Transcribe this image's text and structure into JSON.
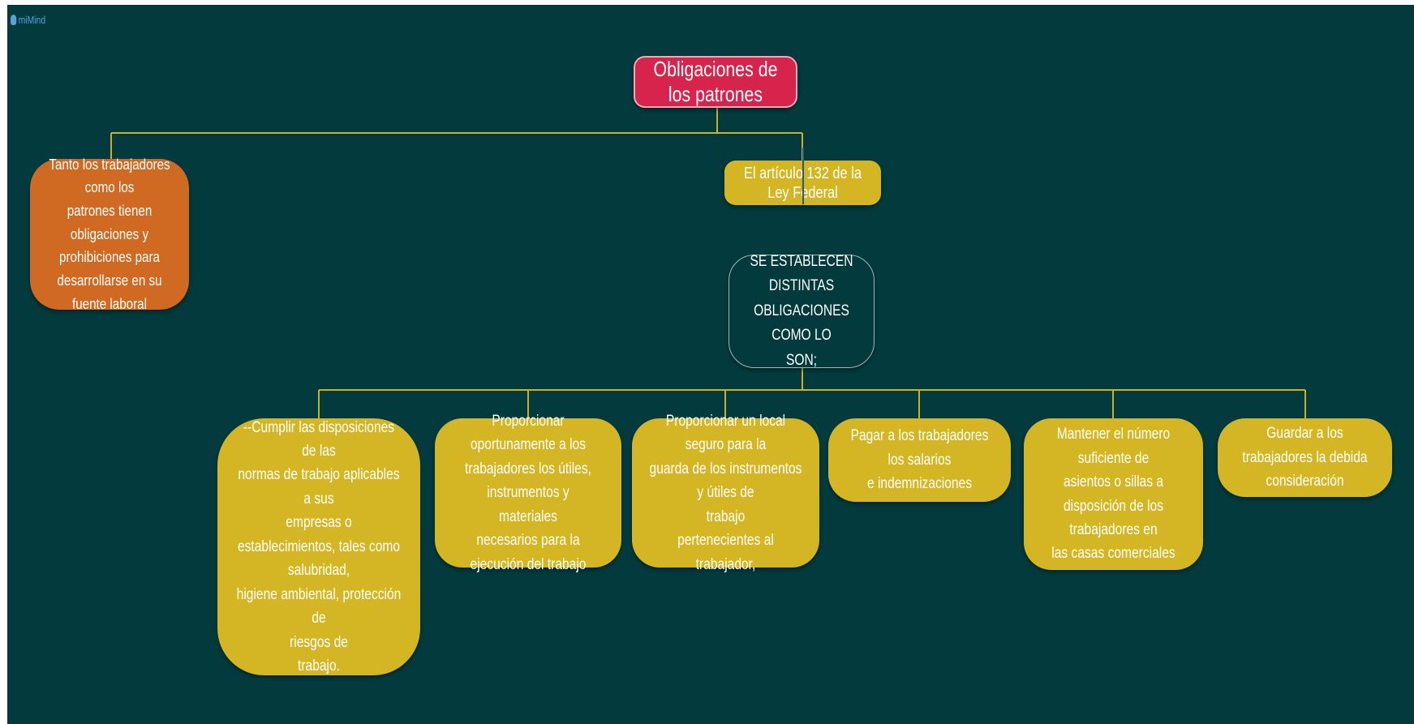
{
  "app": {
    "brand": "miMind",
    "icon": "brain-icon"
  },
  "colors": {
    "background": "#023a3e",
    "root": "#d6244d",
    "orange": "#d06a22",
    "yellow": "#d4b625",
    "connector": "#c9b028"
  },
  "map": {
    "root": "Obligaciones de los patrones",
    "left_node": "Tanto los trabajadores como los\npatrones tienen obligaciones y\nprohibiciones para\ndesarrollarse en su fuente laboral",
    "article_node": "El artículo 132 de la Ley Federal",
    "middle_node": "SE ESTABLECEN DISTINTAS\nOBLIGACIONES  COMO LO\nSON;",
    "children": [
      {
        "text": "--Cumplir las disposiciones de las\nnormas de trabajo aplicables a sus\nempresas o\nestablecimientos, tales como salubridad,\nhigiene ambiental, protección de\nriesgos de\ntrabajo."
      },
      {
        "text": "Proporcionar oportunamente a los\ntrabajadores los útiles, instrumentos y\nmateriales\nnecesarios para la ejecución del trabajo"
      },
      {
        "text": "Proporcionar un local seguro para la\nguarda de los instrumentos y útiles de\ntrabajo\n pertenecientes al trabajador,"
      },
      {
        "text": "Pagar a los trabajadores los salarios\ne indemnizaciones"
      },
      {
        "text": "Mantener el número suficiente de\nasientos o sillas a disposición de los\ntrabajadores en\nlas casas comerciales"
      },
      {
        "text": "Guardar a los trabajadores la debida\nconsideración"
      }
    ]
  }
}
